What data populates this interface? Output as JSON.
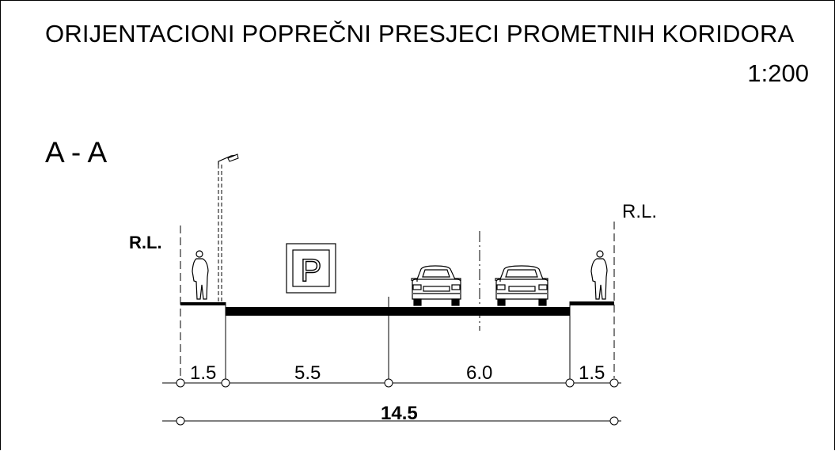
{
  "title": "ORIJENTACIONI POPREČNI PRESJECI PROMETNIH KORIDORA",
  "scale": "1:200",
  "section_label": "A - A",
  "regulation_line_left": "R.L.",
  "regulation_line_right": "R.L.",
  "parking_sign": "P",
  "dimensions": {
    "segments": [
      "1.5",
      "5.5",
      "6.0",
      "1.5"
    ],
    "total": "14.5"
  }
}
